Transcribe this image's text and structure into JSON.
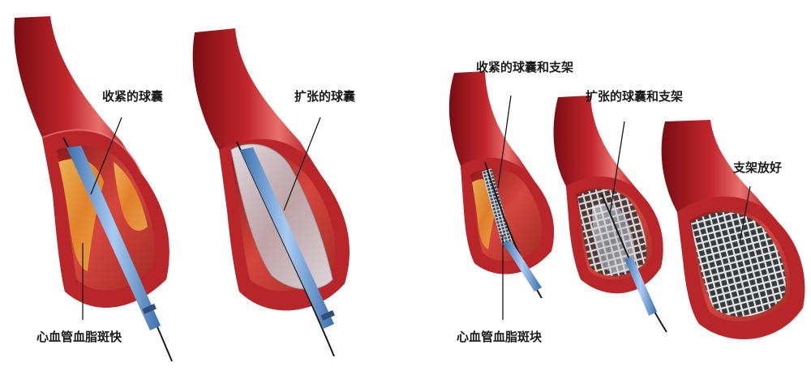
{
  "labels": {
    "collapsed_balloon": "收紧的球囊",
    "expanded_balloon": "扩张的球囊",
    "plaque_left": "心血管血脂斑快",
    "collapsed_balloon_stent": "收紧的球囊和支架",
    "expanded_balloon_stent": "扩张的球囊和支架",
    "stent_deployed": "支架放好",
    "plaque_right": "心血管血脂斑块"
  },
  "colors": {
    "artery_wall": "#a11920",
    "artery_highlight": "#e35a5a",
    "artery_shadow": "#6a0a10",
    "lumen_inner": "#d03a34",
    "plaque": "#e8a23a",
    "catheter": "#6f9fd6",
    "balloon": "#cfd6dc",
    "stent": "#c9cfd6"
  }
}
